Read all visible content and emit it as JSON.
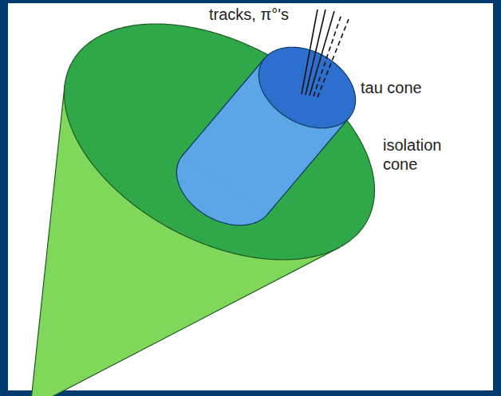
{
  "diagram": {
    "labels": [
      "tracks, π°'s",
      "tau cone",
      "isolation cone"
    ]
  }
}
